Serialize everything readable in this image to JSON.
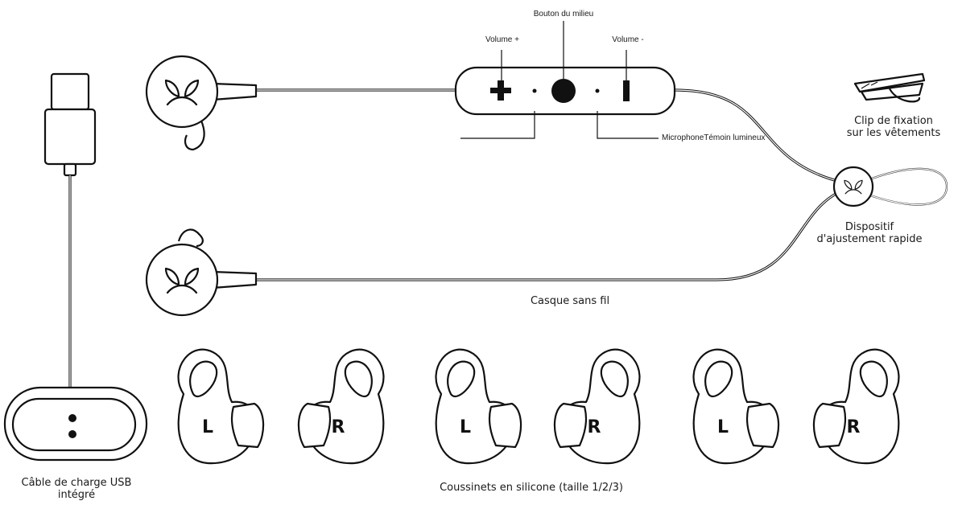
{
  "labels": {
    "middle_button": "Bouton du milieu",
    "volume_up": "Volume +",
    "volume_down": "Volume -",
    "microphone_led": "MicrophoneTémoin lumineux",
    "clip_line1": "Clip de fixation",
    "clip_line2": "sur les vêtements",
    "adjuster_line1": "Dispositif",
    "adjuster_line2": "d'ajustement rapide",
    "headset": "Casque sans fil",
    "usb_line1": "Câble de charge USB",
    "usb_line2": "intégré",
    "ear_cushions": "Coussinets en silicone (taille 1/2/3)"
  },
  "ear_tips": [
    {
      "side": "L"
    },
    {
      "side": "R"
    },
    {
      "side": "L"
    },
    {
      "side": "R"
    },
    {
      "side": "L"
    },
    {
      "side": "R"
    }
  ]
}
